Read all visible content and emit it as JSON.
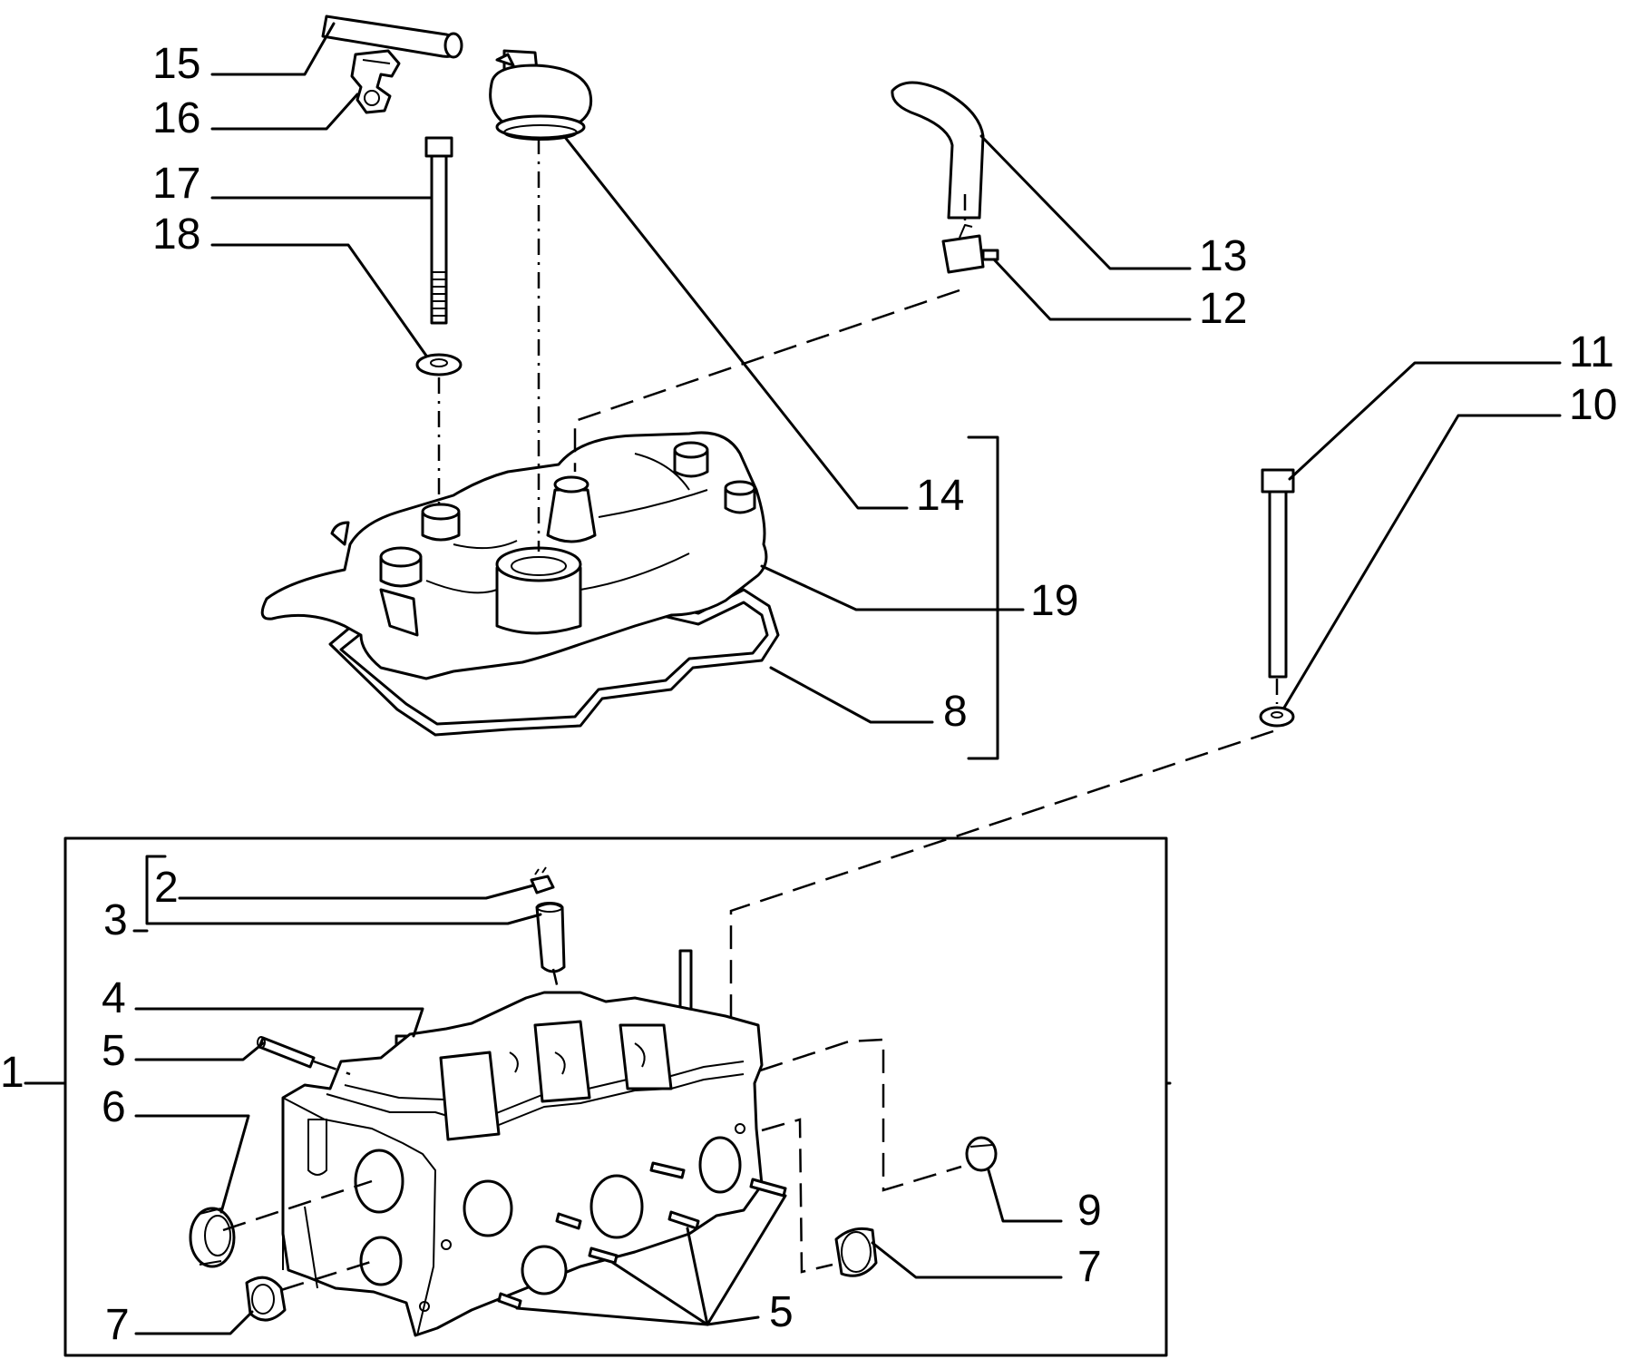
{
  "callouts": {
    "c1": "1",
    "c2": "2",
    "c3": "3",
    "c4": "4",
    "c5a": "5",
    "c5b": "5",
    "c6": "6",
    "c7a": "7",
    "c7b": "7",
    "c8": "8",
    "c9": "9",
    "c10": "10",
    "c11": "11",
    "c12": "12",
    "c13": "13",
    "c14": "14",
    "c15": "15",
    "c16": "16",
    "c17": "17",
    "c18": "18",
    "c19": "19"
  },
  "colors": {
    "ink": "#000000",
    "paper": "#ffffff"
  }
}
